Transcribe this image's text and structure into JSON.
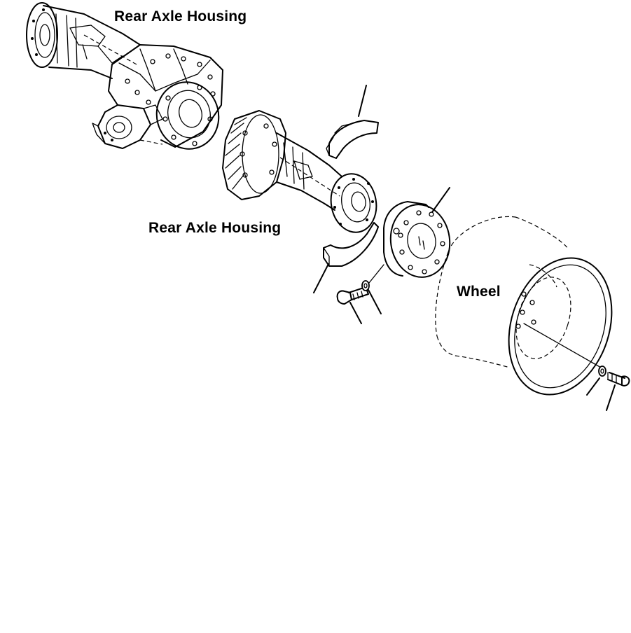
{
  "labels": {
    "rear_axle_housing_top": "Rear Axle Housing",
    "rear_axle_housing_mid": "Rear Axle Housing",
    "wheel": "Wheel"
  }
}
